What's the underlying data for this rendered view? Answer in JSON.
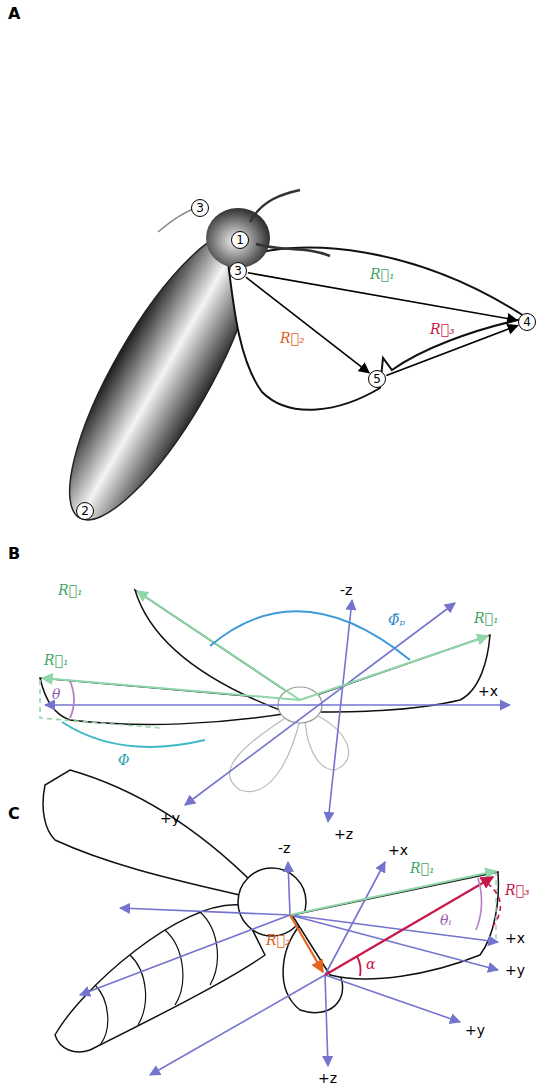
{
  "diagram": {
    "nodes": [
      {
        "text": [
          "3"
        ]
      },
      {
        "text": [
          "1"
        ]
      },
      {
        "text": [
          "3"
        ]
      },
      {
        "text": [
          "4"
        ]
      },
      {
        "text": [
          "5"
        ]
      },
      {
        "text": [
          "2"
        ]
      }
    ],
    "edges": [
      {
        "from": 2,
        "to": 3,
        "arrow": "to",
        "label": "R⃗₁"
      },
      {
        "from": 2,
        "to": 4,
        "arrow": "to",
        "label": "R⃗₂"
      },
      {
        "from": 4,
        "to": 3,
        "arrow": "to",
        "label": "R⃗₃"
      }
    ],
    "labels": [
      "A",
      "B",
      "C",
      "-z",
      "+x",
      "+y",
      "+z",
      "R⃗₁",
      "R⃗₁",
      "R⃗₁",
      "θ",
      "Φ",
      "Φ̃ₚ",
      "-z",
      "+x",
      "+x",
      "+y",
      "+y",
      "+z",
      "R⃗₁",
      "R⃗₃",
      "R⃗₂",
      "θᵢ",
      "α"
    ]
  }
}
